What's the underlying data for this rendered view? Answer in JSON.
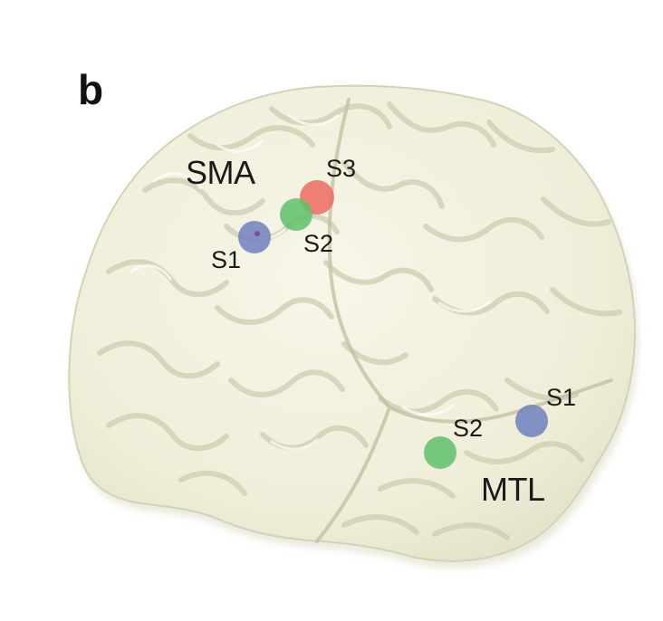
{
  "panel": {
    "letter": "b"
  },
  "colors": {
    "brain_fill": "#f2f1df",
    "brain_shadow": "#d9d8be",
    "brain_highlight": "#ffffff",
    "S1": "#6f7fbf",
    "S2": "#5fbf6a",
    "S3": "#ef6b63"
  },
  "regions": [
    {
      "name": "SMA",
      "sites": [
        {
          "subject": "S1"
        },
        {
          "subject": "S2"
        },
        {
          "subject": "S3"
        }
      ]
    },
    {
      "name": "MTL",
      "sites": [
        {
          "subject": "S2"
        },
        {
          "subject": "S1"
        }
      ]
    }
  ]
}
